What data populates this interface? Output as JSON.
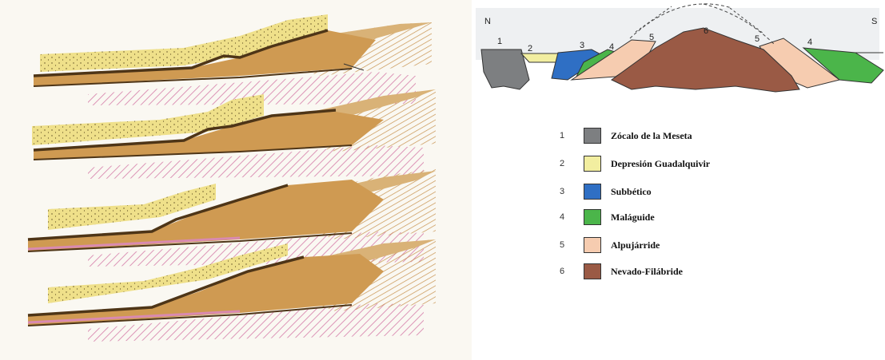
{
  "section": {
    "left_end": "N",
    "right_end": "S",
    "unit_numbers": [
      "1",
      "2",
      "3",
      "4",
      "5",
      "6",
      "5",
      "4"
    ]
  },
  "legend": [
    {
      "num": "1",
      "label": "Zócalo de la Meseta",
      "color": "#7d7f81"
    },
    {
      "num": "2",
      "label": "Depresión Guadalquivir",
      "color": "#f2eea0"
    },
    {
      "num": "3",
      "label": "Subbético",
      "color": "#2f6fc4"
    },
    {
      "num": "4",
      "label": "Maláguide",
      "color": "#4bb54a"
    },
    {
      "num": "5",
      "label": "Alpujárride",
      "color": "#f6ccb0"
    },
    {
      "num": "6",
      "label": "Nevado-Filábride",
      "color": "#9a5a45"
    }
  ],
  "colors": {
    "sand": "#efe08a",
    "ochre": "#cf9a52",
    "dark_brown": "#4e3517",
    "pink_hatch": "#d98ab0",
    "tan_hatch": "#d9b277"
  }
}
